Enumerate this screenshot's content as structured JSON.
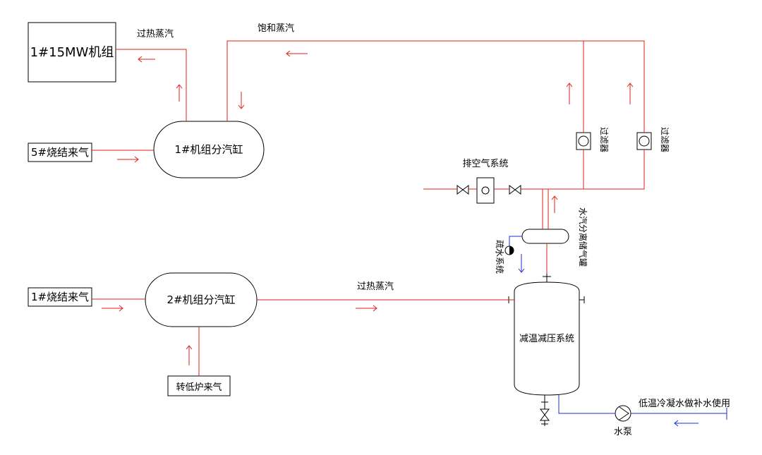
{
  "colors": {
    "pipe": "#e0201b",
    "water": "#1f2fd6",
    "outline": "#000000",
    "background": "#ffffff"
  },
  "labels": {
    "unit_title": "1#15MW机组",
    "superheated_steam_top": "过热蒸汽",
    "saturated_steam": "饱和蒸汽",
    "header1": "1#机组分汽缸",
    "sinter5": "5#烧结来气",
    "filter_a": "过滤器",
    "filter_b": "过滤器",
    "vent_system": "排空气系统",
    "separator_drain_tank": "水汽分离储气罐",
    "drain_system": "疏水系统",
    "sinter1": "1#烧结来气",
    "header2": "2#机组分汽缸",
    "superheated_steam_mid": "过热蒸汽",
    "desuperheater": "减温减压系统",
    "converter_steam": "转低炉来气",
    "makeup_water": "低温冷凝水做补水使用",
    "water_pump": "水泵"
  }
}
